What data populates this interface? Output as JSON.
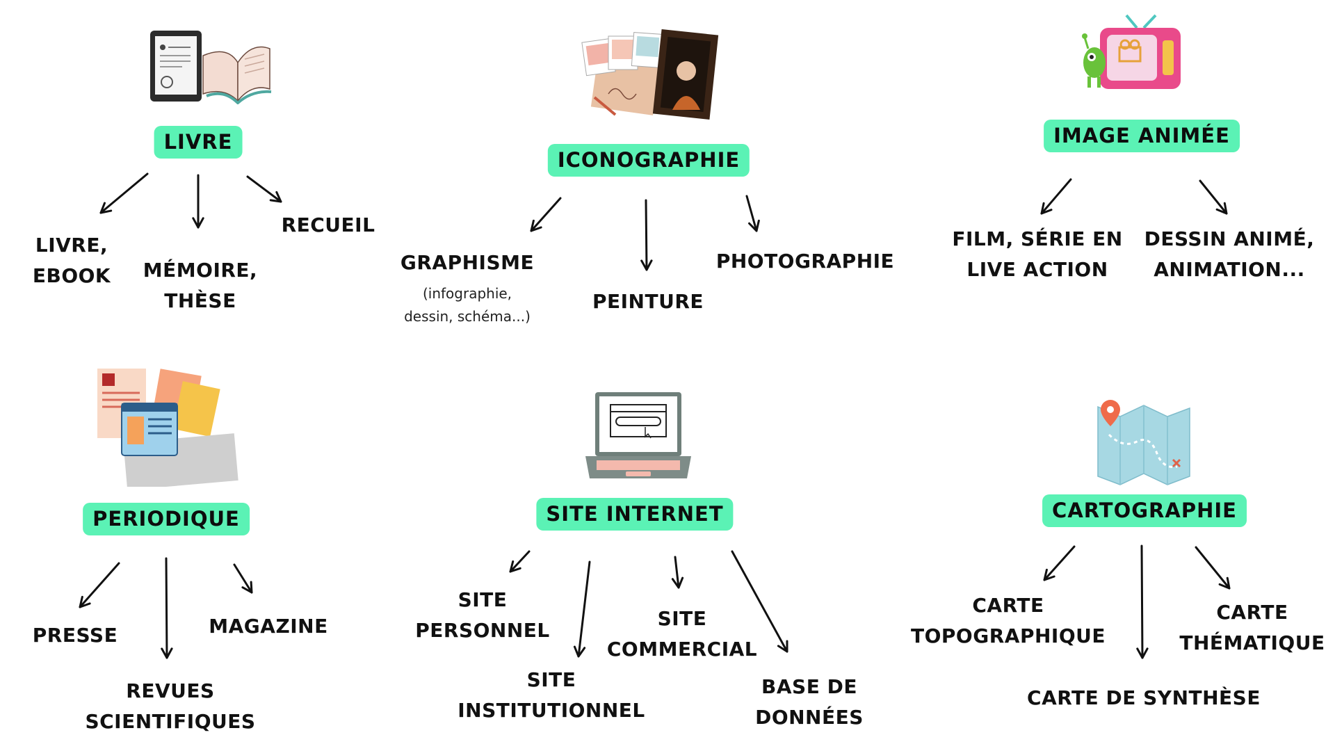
{
  "categories": [
    {
      "id": "livre",
      "title": "LIVRE",
      "icon": "books-ebook-icon",
      "children": [
        {
          "id": "livre-ebook",
          "lines": [
            "LIVRE,",
            "EBOOK"
          ]
        },
        {
          "id": "memoire-these",
          "lines": [
            "MÉMOIRE,",
            "THÈSE"
          ]
        },
        {
          "id": "recueil",
          "lines": [
            "RECUEIL"
          ]
        }
      ]
    },
    {
      "id": "iconographie",
      "title": "ICONOGRAPHIE",
      "icon": "art-pictures-icon",
      "children": [
        {
          "id": "graphisme",
          "lines": [
            "GRAPHISME"
          ],
          "note": [
            "(infographie,",
            "dessin, schéma...)"
          ]
        },
        {
          "id": "peinture",
          "lines": [
            "PEINTURE"
          ]
        },
        {
          "id": "photographie",
          "lines": [
            "PHOTOGRAPHIE"
          ]
        }
      ]
    },
    {
      "id": "image-animee",
      "title": "IMAGE ANIMÉE",
      "icon": "tv-monster-icon",
      "children": [
        {
          "id": "film-serie",
          "lines": [
            "FILM, SÉRIE EN",
            "LIVE ACTION"
          ]
        },
        {
          "id": "dessin-anime",
          "lines": [
            "DESSIN ANIMÉ,",
            "ANIMATION..."
          ]
        }
      ]
    },
    {
      "id": "periodique",
      "title": "PERIODIQUE",
      "icon": "newspapers-magazines-icon",
      "children": [
        {
          "id": "presse",
          "lines": [
            "PRESSE"
          ]
        },
        {
          "id": "revues",
          "lines": [
            "REVUES",
            "SCIENTIFIQUES"
          ]
        },
        {
          "id": "magazine",
          "lines": [
            "MAGAZINE"
          ]
        }
      ]
    },
    {
      "id": "site-internet",
      "title": "SITE INTERNET",
      "icon": "laptop-browser-icon",
      "children": [
        {
          "id": "site-personnel",
          "lines": [
            "SITE",
            "PERSONNEL"
          ]
        },
        {
          "id": "site-institutionnel",
          "lines": [
            "SITE",
            "INSTITUTIONNEL"
          ]
        },
        {
          "id": "site-commercial",
          "lines": [
            "SITE",
            "COMMERCIAL"
          ]
        },
        {
          "id": "base-donnees",
          "lines": [
            "BASE DE",
            "DONNÉES"
          ]
        }
      ]
    },
    {
      "id": "cartographie",
      "title": "CARTOGRAPHIE",
      "icon": "map-pin-icon",
      "children": [
        {
          "id": "carte-topo",
          "lines": [
            "CARTE",
            "TOPOGRAPHIQUE"
          ]
        },
        {
          "id": "carte-synthese",
          "lines": [
            "CARTE DE SYNTHÈSE"
          ]
        },
        {
          "id": "carte-thematique",
          "lines": [
            "CARTE",
            "THÉMATIQUE"
          ]
        }
      ]
    }
  ],
  "colors": {
    "pill": "#5BF2B5",
    "text": "#111111",
    "arrow": "#111111"
  }
}
